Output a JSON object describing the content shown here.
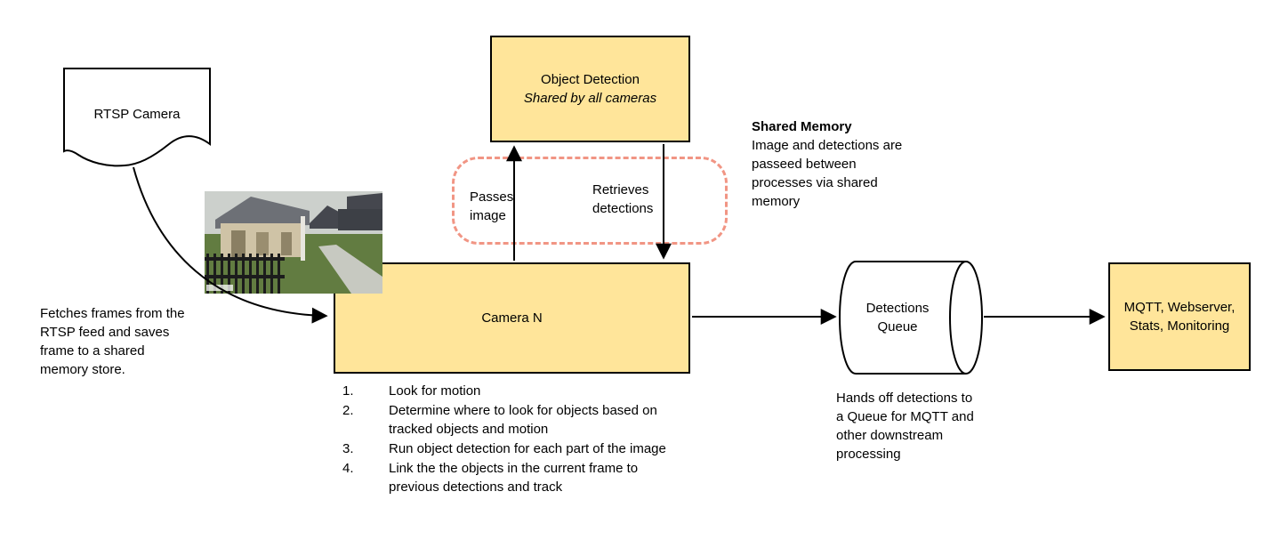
{
  "diagram": {
    "rtsp_camera": {
      "label": "RTSP Camera"
    },
    "fetches_note": "Fetches frames from the RTSP feed and saves frame to a shared memory store.",
    "object_detection": {
      "title": "Object Detection",
      "subtitle": "Shared by all cameras"
    },
    "passes_image_label": "Passes image",
    "retrieves_detections_label": "Retrieves detections",
    "shared_memory": {
      "title": "Shared Memory",
      "body": "Image and detections are passeed between processes via shared memory"
    },
    "camera_n": {
      "label": "Camera N"
    },
    "camera_steps": [
      "Look for motion",
      "Determine where to look for objects based on tracked objects and motion",
      "Run object detection for each part of the image",
      "Link the the objects in the current frame to previous detections and track"
    ],
    "detections_queue": {
      "label": "Detections Queue"
    },
    "queue_note": "Hands off detections to a Queue for MQTT and other downstream processing",
    "outputs": {
      "label": "MQTT, Webserver, Stats, Monitoring"
    },
    "colors": {
      "node_fill": "#ffe59a",
      "node_border": "#000000",
      "shared_memory_dash": "#f19584",
      "arrow": "#000000"
    }
  }
}
